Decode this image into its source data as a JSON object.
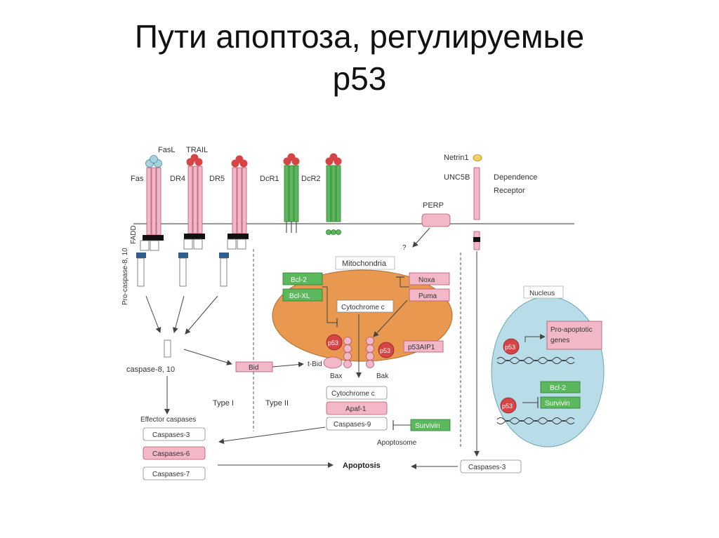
{
  "slide": {
    "title_line1": "Пути апоптоза, регулируемые",
    "title_line2": "p53"
  },
  "diagram": {
    "ligands": {
      "fasl": "FasL",
      "trail": "TRAIL",
      "netrin": "Netrin1"
    },
    "receptors": {
      "fas": "Fas",
      "dr4": "DR4",
      "dr5": "DR5",
      "dcr1": "DcR1",
      "dcr2": "DcR2",
      "unc5b": "UNC5B",
      "dependence_line1": "Dependence",
      "dependence_line2": "Receptor",
      "perp": "PERP",
      "question": "?"
    },
    "adaptors": {
      "fadd": "FADD",
      "procaspase": "Pro-caspase-8, 10"
    },
    "caspase_8_10": "caspase-8, 10",
    "bid": "Bid",
    "tbid": "t-Bid",
    "type1": "Type I",
    "type2": "Type II",
    "effector_header": "Effector caspases",
    "effector": [
      "Caspases-3",
      "Caspases-6",
      "Caspases-7"
    ],
    "apoptosis": "Apoptosis",
    "mitochondria": {
      "label": "Mitochondria",
      "bcl2": "Bcl-2",
      "bclxl": "Bcl-XL",
      "noxa": "Noxa",
      "puma": "Puma",
      "cytochrome_inside": "Cytochrome c",
      "p53_left": "p53",
      "p53_right": "p53",
      "p53aip1": "p53AIP1",
      "bax": "Bax",
      "bak": "Bak"
    },
    "apoptosome": {
      "cytochrome": "Cytochrome c",
      "apaf": "Apaf-1",
      "caspase9": "Caspases-9",
      "survivin": "Survivin",
      "label": "Apoptosome"
    },
    "caspase3_right": "Caspases-3",
    "nucleus": {
      "label": "Nucleus",
      "p53_top": "p53",
      "genes_line1": "Pro-apoptotic",
      "genes_line2": "genes",
      "p53_bottom": "p53",
      "bcl2": "Bcl-2",
      "survivin": "Survivin"
    }
  },
  "colors": {
    "pink": "#f2b8c8",
    "pink_dark": "#e48aa6",
    "green": "#5cb85c",
    "red": "#d64545",
    "mito": "#e8994f",
    "nucleus": "#b9dde8",
    "fasl_ligand": "#a8d3dd",
    "netrin": "#f0d060"
  }
}
